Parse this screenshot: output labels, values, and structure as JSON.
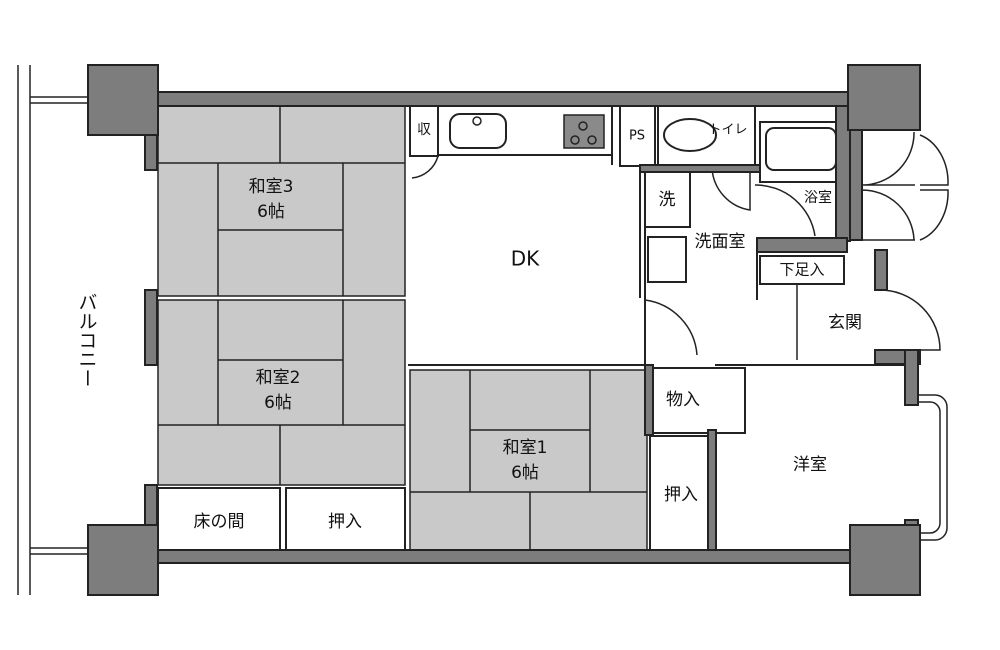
{
  "title": "Floor plan",
  "rooms": {
    "washitsu3": {
      "name": "和室3",
      "size": "6帖"
    },
    "washitsu2": {
      "name": "和室2",
      "size": "6帖"
    },
    "washitsu1": {
      "name": "和室1",
      "size": "6帖"
    },
    "dk": "DK",
    "balcony": "バルコニー",
    "tokonoma": "床の間",
    "oshiire_left": "押入",
    "oshiire_right": "押入",
    "monoire": "物入",
    "youshitsu": "洋室",
    "genkan": "玄関",
    "getabako": "下足入",
    "senmenshitsu": "洗面室",
    "washer": "洗",
    "bathroom": "浴室",
    "toilet": "トイレ",
    "ps": "PS",
    "storage": "収"
  },
  "colors": {
    "wall": "#7d7d7d",
    "tatami": "#c9c9c9"
  }
}
